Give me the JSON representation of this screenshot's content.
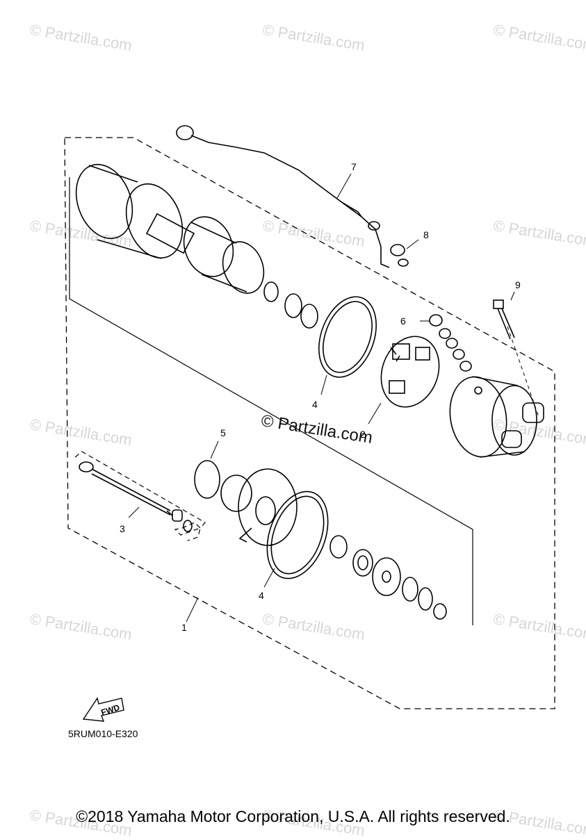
{
  "watermark": "© Partzilla.com",
  "center_watermark": "© Partzilla.com",
  "callouts": [
    "1",
    "2",
    "3",
    "4",
    "4",
    "5",
    "6",
    "7",
    "8",
    "9"
  ],
  "fwd_label": "FWD",
  "diagram_code": "5RUM010-E320",
  "copyright": "©2018 Yamaha Motor Corporation, U.S.A. All rights reserved."
}
